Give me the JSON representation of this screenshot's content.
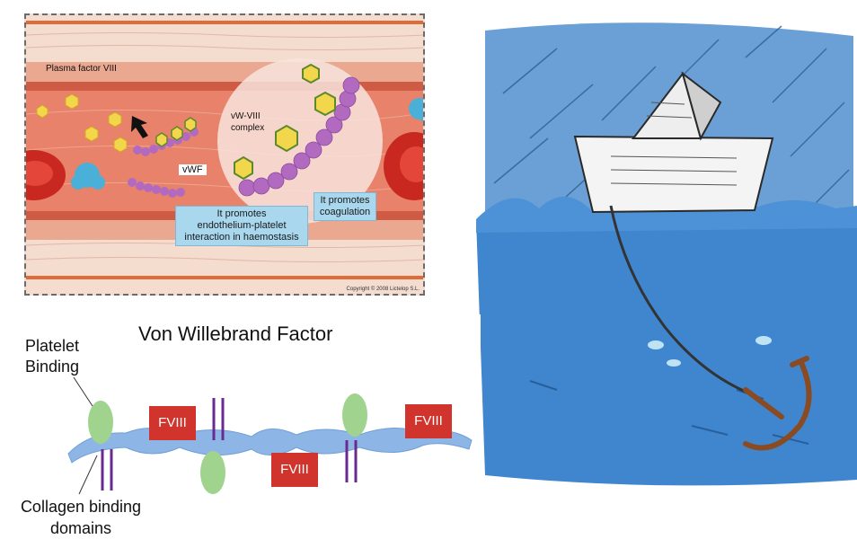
{
  "vessel_panel": {
    "label_factor": "Plasma factor VIII",
    "label_complex_1": "vW-VIII",
    "label_complex_2": "complex",
    "label_vwf": "vWF",
    "box_haemostasis_1": "It promotes",
    "box_haemostasis_2": "endothelium-platelet",
    "box_haemostasis_3": "interaction in haemostasis",
    "box_coag_1": "It promotes",
    "box_coag_2": "coagulation",
    "copyright": "Copyright © 2008 Lictelop S.L."
  },
  "diagram_panel": {
    "title": "Von Willebrand Factor",
    "platelet_1": "Platelet",
    "platelet_2": "Binding",
    "collagen_1": "Collagen binding",
    "collagen_2": "domains",
    "fviii": "FVIII"
  },
  "colors": {
    "vessel_red": "#c94a3a",
    "protein_purple": "#b26ac0",
    "factor_yellow": "#f2d64b",
    "fviii_red": "#d0342c",
    "chain_blue": "#8db6e6",
    "platelet_green": "#9fd38e",
    "water_blue": "#3f86cf"
  }
}
